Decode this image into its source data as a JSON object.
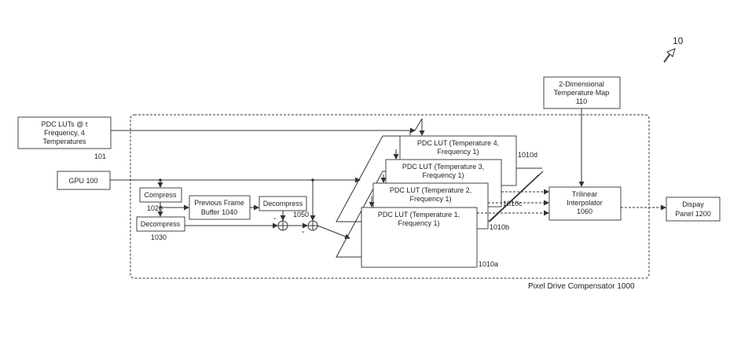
{
  "figure_number": "10",
  "pdc_luts_input": [
    "PDC LUTs @ t",
    "Frequency, 4",
    "Temperatures"
  ],
  "pdc_luts_ref": "101",
  "gpu": "GPU 100",
  "temp_map": [
    "2-Dimensional",
    "Temperature Map",
    "110"
  ],
  "compress": "Compress",
  "compress_ref": "1020",
  "decompress_a": "Decompress",
  "decompress_a_ref": "1030",
  "prev_frame": [
    "Previous Frame",
    "Buffer 1040"
  ],
  "decompress_b": "Decompress",
  "subtract_ref": "1050",
  "minus_sign": "-",
  "luts": [
    {
      "line1": "PDC LUT (Temperature 4,",
      "line2": "Frequency 1)",
      "ref": "1010d"
    },
    {
      "line1": "PDC LUT (Temperature 3,",
      "line2": "Frequency 1)",
      "ref": "1010c"
    },
    {
      "line1": "PDC LUT (Temperature 2,",
      "line2": "Frequency 1)",
      "ref": "1010b"
    },
    {
      "line1": "PDC LUT (Temperature 1,",
      "line2": "Frequency 1)",
      "ref": "1010a"
    }
  ],
  "trilinear": [
    "Trilinear",
    "Interpolator",
    "1060"
  ],
  "display": [
    "Dispay",
    "Panel 1200"
  ],
  "compensator_label": "Pixel Drive Compensator 1000"
}
